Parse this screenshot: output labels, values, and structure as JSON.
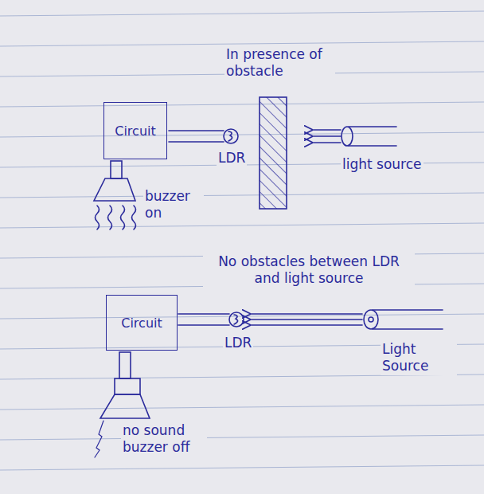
{
  "diagram": {
    "nodes": [
      {
        "text": [
          "Circuit"
        ]
      },
      {
        "text": [
          "Circuit"
        ]
      }
    ],
    "labels": [
      "In presence of obstacle",
      "LDR",
      "light source",
      "buzzer on",
      "No obstacles between LDR and light source",
      "LDR",
      "Light Source",
      "no sound buzzer off"
    ]
  }
}
